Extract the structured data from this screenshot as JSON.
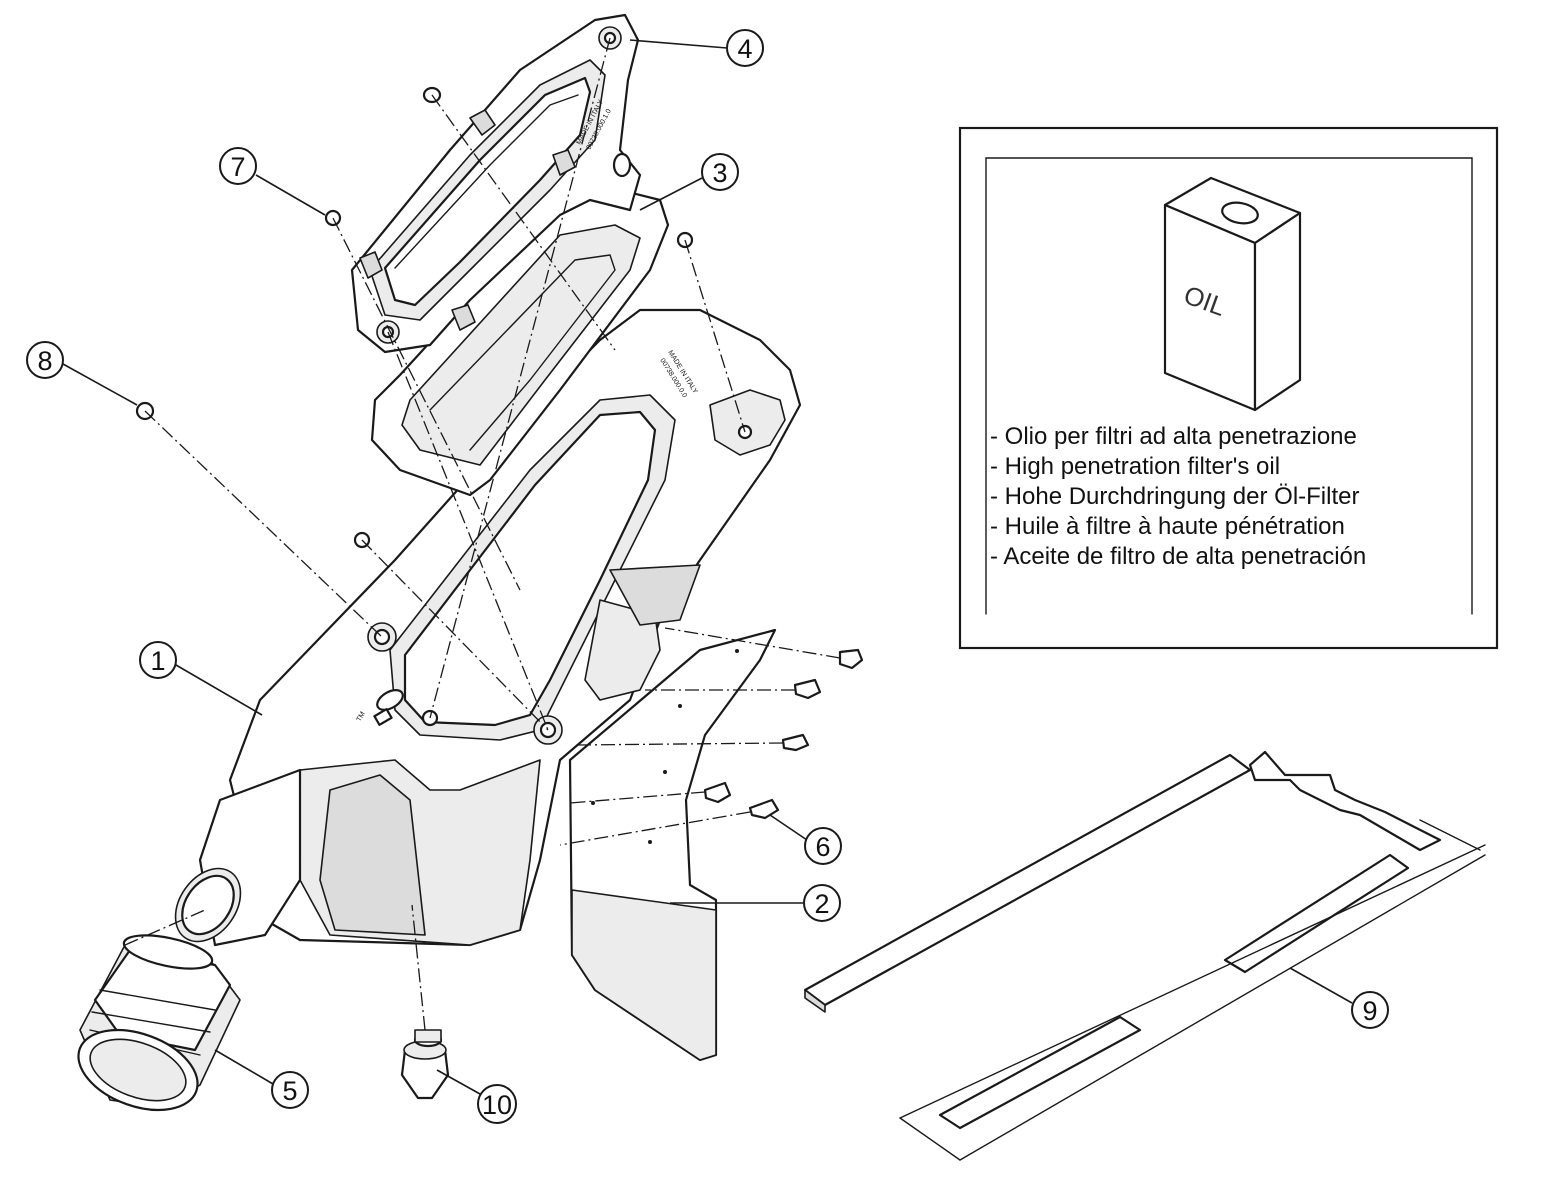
{
  "callouts": [
    {
      "id": "1",
      "label": "1"
    },
    {
      "id": "2",
      "label": "2"
    },
    {
      "id": "3",
      "label": "3"
    },
    {
      "id": "4",
      "label": "4"
    },
    {
      "id": "5",
      "label": "5"
    },
    {
      "id": "6",
      "label": "6"
    },
    {
      "id": "7",
      "label": "7"
    },
    {
      "id": "8",
      "label": "8"
    },
    {
      "id": "9",
      "label": "9"
    },
    {
      "id": "10",
      "label": "10"
    }
  ],
  "oil_box": {
    "can_label": "OIL",
    "lines": [
      "- Olio per filtri ad alta penetrazione",
      "- High penetration filter's oil",
      "- Hohe Durchdringung der Öl-Filter",
      "- Huile à filtre à haute pénétration",
      "- Aceite de filtro de alta penetración"
    ]
  },
  "part_markings": {
    "frame_stamp_1": "MADE IN ITALY",
    "frame_stamp_2": "00738.000.1.0",
    "cover_stamp_1": "MADE IN ITALY",
    "cover_stamp_2": "00738.000.0.0",
    "body_marking": "TM"
  }
}
